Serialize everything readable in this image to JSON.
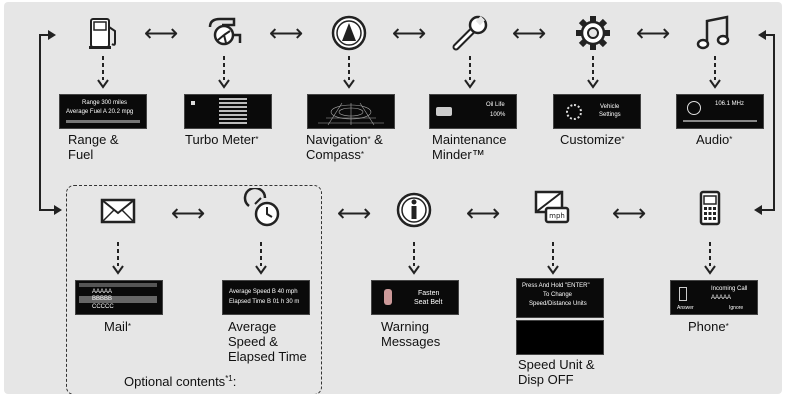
{
  "arrows": {
    "horizontal": "⟷",
    "down": "⇣"
  },
  "row1": [
    {
      "id": "range",
      "icon": "fuel-pump-icon",
      "label_l1": "Range &",
      "label_l2": "Fuel",
      "mark": "",
      "screen": {
        "t1": "Range  300 miles",
        "t2": "Average Fuel  A  20.2 mpg"
      }
    },
    {
      "id": "turbo",
      "icon": "turbo-icon",
      "label_l1": "Turbo Meter",
      "label_l2": "",
      "mark": "*",
      "screen": {}
    },
    {
      "id": "nav",
      "icon": "compass-icon",
      "label_l1": "Navigation",
      "label_l1b": " &",
      "label_l2": "Compass",
      "mark": "*",
      "mark2": "*",
      "screen": {}
    },
    {
      "id": "maint",
      "icon": "wrench-icon",
      "label_l1": "Maintenance",
      "label_l2": "Minder™",
      "mark": "",
      "screen": {
        "t1": "Oil Life",
        "t2": "100%"
      }
    },
    {
      "id": "custom",
      "icon": "gear-icon",
      "label_l1": "Customize",
      "label_l2": "",
      "mark": "*",
      "screen": {
        "t1": "Vehicle",
        "t2": "Settings"
      }
    },
    {
      "id": "audio",
      "icon": "music-note-icon",
      "label_l1": "Audio",
      "label_l2": "",
      "mark": "*",
      "screen": {
        "t1": "106.1 MHz"
      }
    }
  ],
  "row2": [
    {
      "id": "mail",
      "icon": "envelope-icon",
      "label_l1": "Mail",
      "label_l2": "",
      "mark": "*",
      "screen": {
        "t1": "AAAAA",
        "t2": "BBBBB",
        "t3": "CCCCC"
      }
    },
    {
      "id": "avgspeed",
      "icon": "speed-time-icon",
      "label_l1": "Average",
      "label_l2": "Speed &",
      "label_l3": "Elapsed Time",
      "mark": "",
      "screen": {
        "t1": "Average Speed B   40 mph",
        "t2": "Elapsed Time B   01 h 30 m"
      }
    },
    {
      "id": "warning",
      "icon": "info-icon",
      "label_l1": "Warning",
      "label_l2": "Messages",
      "mark": "",
      "screen": {
        "t1": "Fasten",
        "t2": "Seat Belt"
      }
    },
    {
      "id": "speedunit",
      "icon": "speed-unit-icon",
      "label_l1": "Speed Unit &",
      "label_l2": "Disp OFF",
      "mark": "",
      "screen": {
        "t1": "Press And Hold \"ENTER\"",
        "t2": "To Change",
        "t3": "Speed/Distance Units"
      }
    },
    {
      "id": "phone",
      "icon": "phone-icon",
      "label_l1": "Phone",
      "label_l2": "",
      "mark": "*",
      "screen": {
        "t1": "Incoming Call",
        "t2": "AAAAA",
        "t3": "Answer",
        "t4": "Ignore"
      }
    }
  ],
  "optional": {
    "label": "Optional contents",
    "mark": "*1",
    ":": ":",
    "suffix": ":"
  }
}
